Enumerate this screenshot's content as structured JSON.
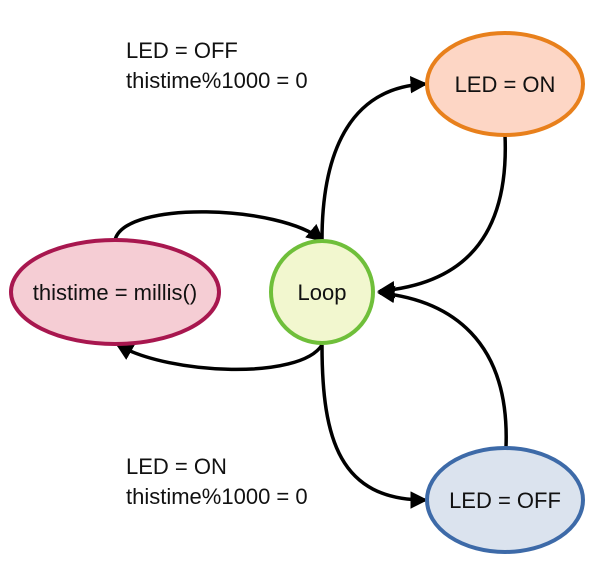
{
  "colors": {
    "loop_fill": "#f2f7cf",
    "loop_stroke": "#6fbf3a",
    "millis_fill": "#f5cdd4",
    "millis_stroke": "#a8174f",
    "on_fill": "#fdd6c5",
    "on_stroke": "#e8801c",
    "off_fill": "#dbe3ee",
    "off_stroke": "#3d6aa8",
    "edge": "#000000",
    "text": "#111111"
  },
  "nodes": {
    "loop": {
      "label": "Loop"
    },
    "millis": {
      "label": "thistime = millis()"
    },
    "led_on": {
      "label": "LED = ON"
    },
    "led_off": {
      "label": "LED = OFF"
    }
  },
  "edges": {
    "to_on": {
      "line1": "LED = OFF",
      "line2": "thistime%1000 = 0"
    },
    "to_off": {
      "line1": "LED = ON",
      "line2": "thistime%1000 = 0"
    }
  }
}
